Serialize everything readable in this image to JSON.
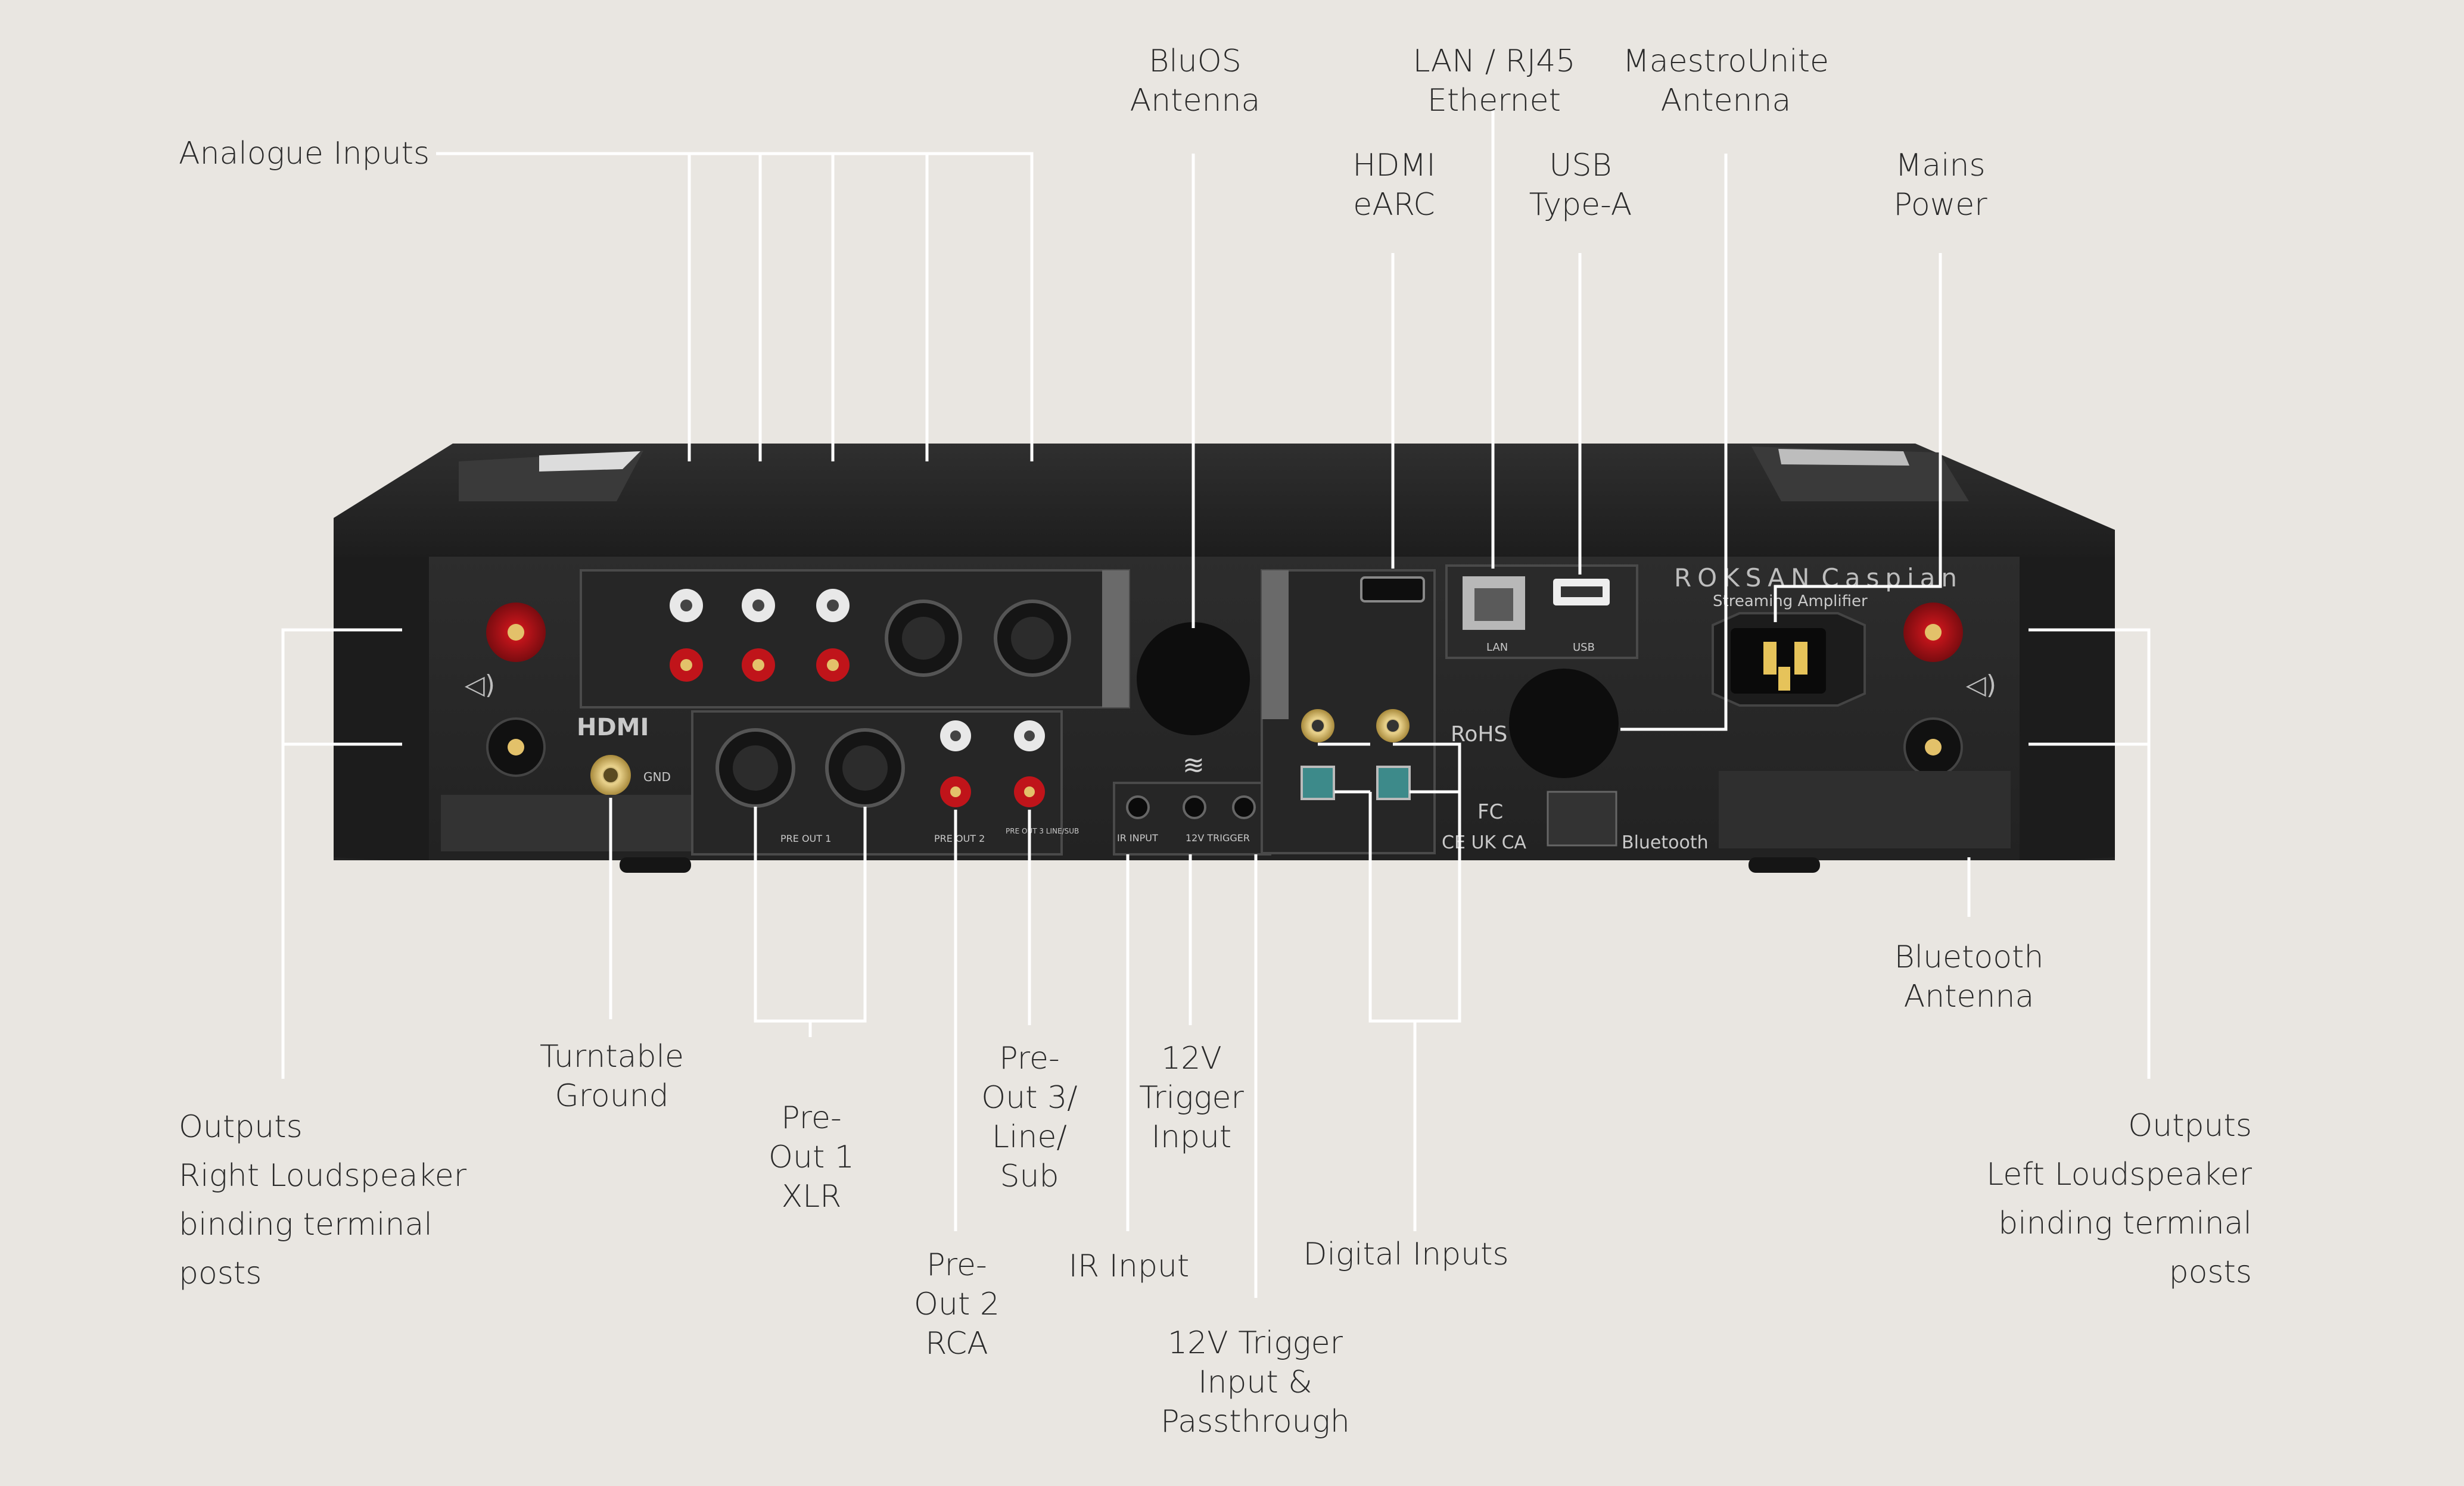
{
  "callouts": {
    "analogue_inputs": [
      "Analogue Inputs"
    ],
    "bluos_antenna": [
      "BluOS",
      "Antenna"
    ],
    "lan_ethernet": [
      "LAN / RJ45",
      "Ethernet"
    ],
    "maestrounite_antenna": [
      "MaestroUnite",
      "Antenna"
    ],
    "hdmi_earc": [
      "HDMI",
      "eARC"
    ],
    "usb_type_a": [
      "USB",
      "Type-A"
    ],
    "mains_power": [
      "Mains",
      "Power"
    ],
    "bluetooth_antenna": [
      "Bluetooth",
      "Antenna"
    ],
    "turntable_ground": [
      "Turntable",
      "Ground"
    ],
    "pre_out_1": [
      "Pre-",
      "Out 1",
      "XLR"
    ],
    "pre_out_3": [
      "Pre-",
      "Out 3/",
      "Line/",
      "Sub"
    ],
    "trigger_input": [
      "12V",
      "Trigger",
      "Input"
    ],
    "pre_out_2": [
      "Pre-",
      "Out 2",
      "RCA"
    ],
    "ir_input": [
      "IR Input"
    ],
    "digital_inputs": [
      "Digital Inputs"
    ],
    "trigger_passthrough": [
      "12V Trigger",
      "Input &",
      "Passthrough"
    ],
    "outputs_right": [
      "Outputs",
      "Right Loudspeaker",
      "binding terminal",
      "posts"
    ],
    "outputs_left": [
      "Outputs",
      "Left Loudspeaker",
      "binding terminal",
      "posts"
    ]
  },
  "device_print": {
    "brand": "ROKSAN",
    "model": "Caspian",
    "subtitle": "Streaming Amplifier",
    "hdmi_logo": "HDMI",
    "pre_out_1": "PRE OUT 1",
    "pre_out_2": "PRE OUT 2",
    "pre_out_3": "PRE OUT 3 LINE/SUB",
    "ir_input": "IR INPUT",
    "trigger": "12V TRIGGER",
    "gnd": "GND",
    "lan": "LAN",
    "usb": "USB",
    "rohs": "RoHS",
    "bluetooth": "Bluetooth",
    "fc": "FC",
    "ce": "CE UK CA"
  },
  "colors": {
    "background": "#e9e6e1",
    "leader_lines": "#ffffff",
    "chassis": "#2b2b2b",
    "binding_post_red": "#c0141a",
    "rca_red": "#b3121a",
    "gold": "#d2b36a",
    "optical_teal": "#3d8a8a"
  }
}
